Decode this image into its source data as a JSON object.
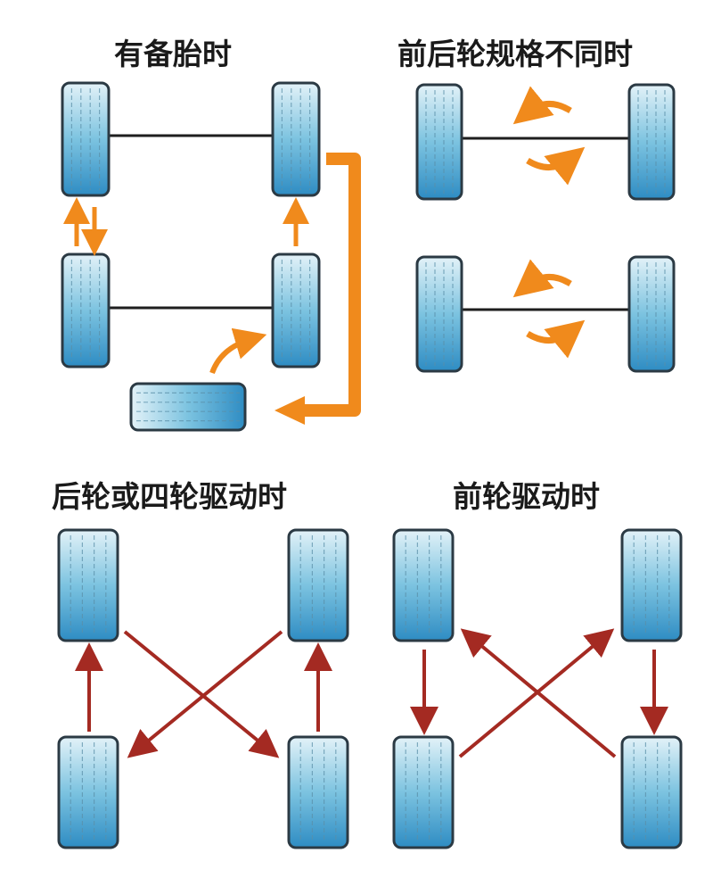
{
  "panels": {
    "spare": {
      "title": "有备胎时"
    },
    "different": {
      "title": "前后轮规格不同时"
    },
    "rear_4wd": {
      "title": "后轮或四轮驱动时"
    },
    "front": {
      "title": "前轮驱动时"
    }
  },
  "colors": {
    "tire_light": "#e3f2f8",
    "tire_mid": "#7cc3e0",
    "tire_dark": "#2e8cc3",
    "tire_outline": "#2b3a44",
    "axle": "#1e1e1e",
    "orange_arrow": "#f08a1c",
    "red_arrow": "#a42a22"
  }
}
